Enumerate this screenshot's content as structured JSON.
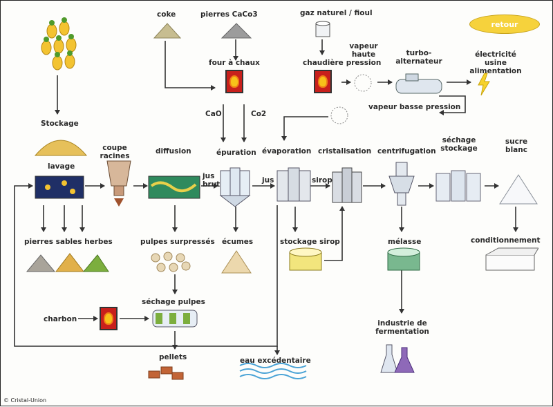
{
  "retour": "retour",
  "credit": "© Cristal-Union",
  "labels": {
    "coke": "coke",
    "pierres_caco3": "pierres CaCo3",
    "four_a_chaux": "four à chaux",
    "gaz": "gaz naturel / fioul",
    "chaudiere": "chaudière",
    "vapeur_haute": "vapeur\nhaute\npression",
    "turbo": "turbo-\nalternateur",
    "electricite": "électricité usine\nalimentation",
    "vapeur_basse": "vapeur basse pression",
    "cao": "CaO",
    "co2": "Co2",
    "stockage": "Stockage",
    "coupe_racines": "coupe\nracines",
    "diffusion": "diffusion",
    "epuration": "épuration",
    "evaporation": "évaporation",
    "cristalisation": "cristalisation",
    "centrifugation": "centrifugation",
    "sechage_stockage": "séchage\nstockage",
    "sucre_blanc": "sucre\nblanc",
    "lavage": "lavage",
    "jus_brut": "jus\nbrut",
    "jus": "jus",
    "sirop": "sirop",
    "pierres_sables": "pierres sables herbes",
    "pulpes_surpressees": "pulpes surpressés",
    "ecumes": "écumes",
    "stockage_sirop": "stockage sirop",
    "melasse": "mélasse",
    "conditionnement": "conditionnement",
    "charbon": "charbon",
    "sechage_pulpes": "séchage pulpes",
    "industrie": "industrie de\nfermentation",
    "pellets": "pellets",
    "eau": "eau excédentaire"
  }
}
